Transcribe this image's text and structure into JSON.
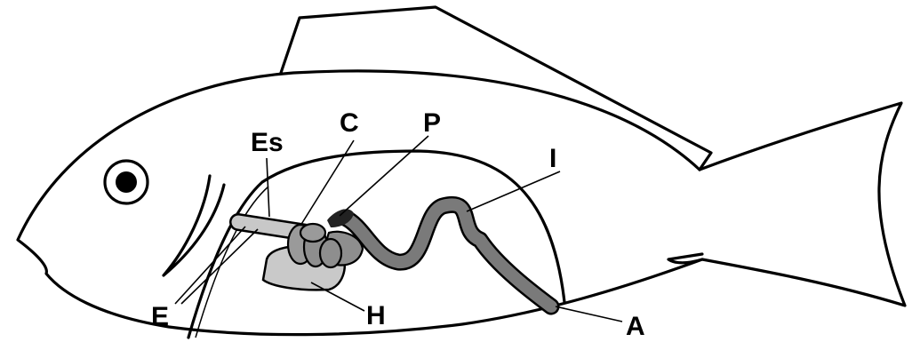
{
  "labels": {
    "Es": "Es",
    "C": "C",
    "P": "P",
    "I": "I",
    "E": "E",
    "H": "H",
    "A": "A"
  },
  "colors": {
    "outline": "#000000",
    "body_fill": "#ffffff",
    "esophagus": "#c8c8c8",
    "intestine": "#7a7a7a",
    "ceca": "#8e8e8e",
    "liver": "#c9c9c9",
    "pyloric": "#222222"
  }
}
